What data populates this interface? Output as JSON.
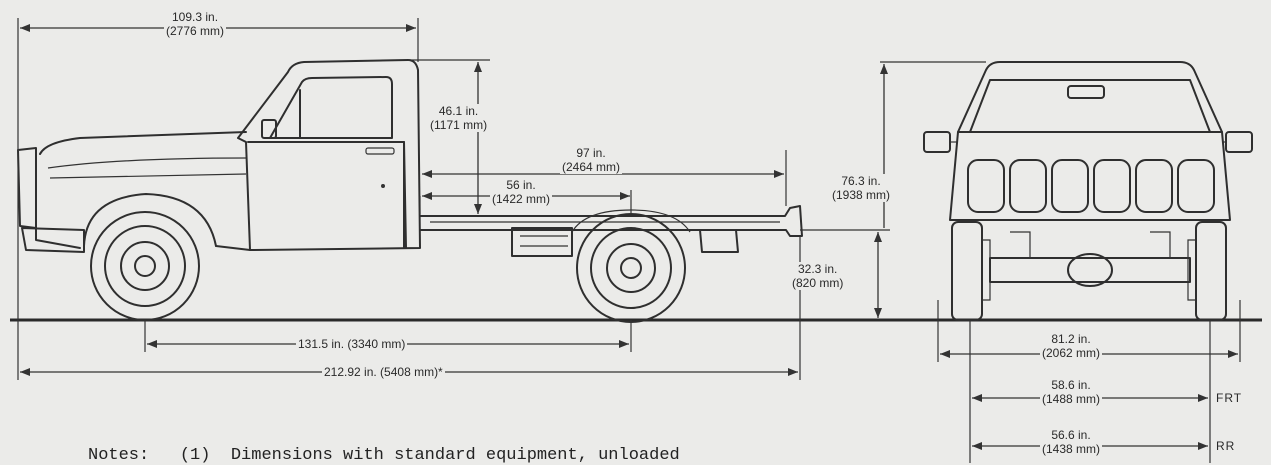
{
  "dimensions": {
    "cab_length": {
      "in": "109.3 in.",
      "mm": "(2776 mm)"
    },
    "cab_height": {
      "in": "46.1 in.",
      "mm": "(1171 mm)"
    },
    "cab_to_axle_97": {
      "in": "97 in.",
      "mm": "(2464 mm)"
    },
    "frame_56": {
      "in": "56 in.",
      "mm": "(1422 mm)"
    },
    "frame_height": {
      "in": "32.3 in.",
      "mm": "(820 mm)"
    },
    "wheelbase": {
      "text": "131.5 in. (3340 mm)"
    },
    "overall_length": {
      "text": "212.92 in. (5408 mm)*"
    },
    "overall_height": {
      "in": "76.3 in.",
      "mm": "(1938 mm)"
    },
    "overall_width": {
      "in": "81.2 in.",
      "mm": "(2062 mm)"
    },
    "front_track": {
      "in": "58.6 in.",
      "mm": "(1488 mm)",
      "tag": "FRT"
    },
    "rear_track": {
      "in": "56.6 in.",
      "mm": "(1438 mm)",
      "tag": "RR"
    }
  },
  "notes": {
    "label": "Notes:",
    "item": "(1)",
    "text": "Dimensions with standard equipment, unloaded"
  }
}
